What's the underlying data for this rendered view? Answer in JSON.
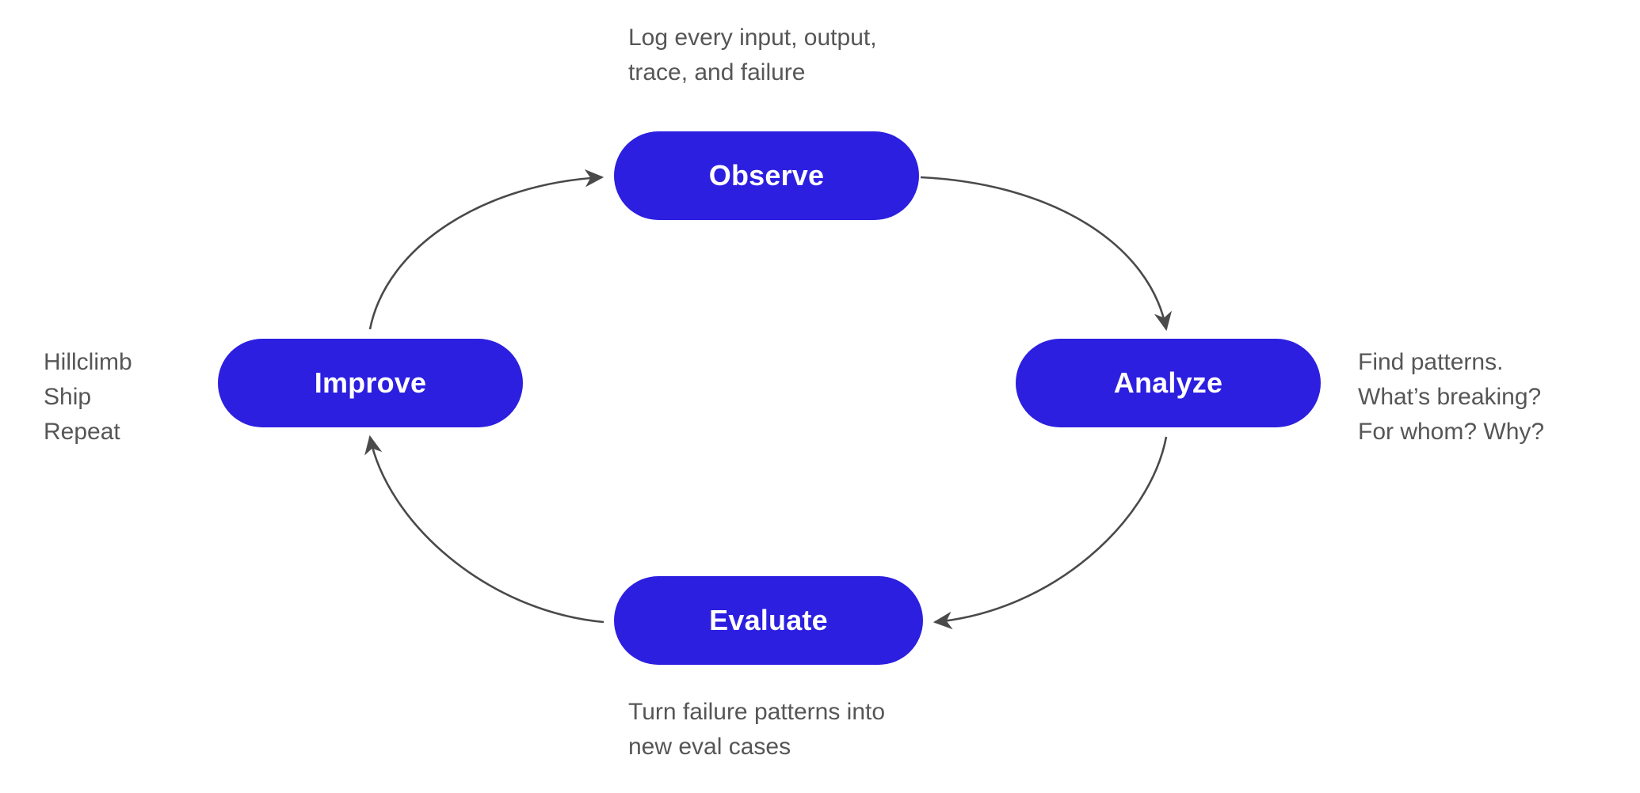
{
  "diagram": {
    "title": "Observe Analyze Evaluate Improve loop",
    "colors": {
      "node_fill": "#2c1fe0",
      "node_text": "#ffffff",
      "note_text": "#565656",
      "edge_stroke": "#4a4a4a",
      "background": "#ffffff"
    },
    "nodes": [
      {
        "id": "observe",
        "label": "Observe"
      },
      {
        "id": "analyze",
        "label": "Analyze"
      },
      {
        "id": "evaluate",
        "label": "Evaluate"
      },
      {
        "id": "improve",
        "label": "Improve"
      }
    ],
    "notes": [
      {
        "id": "observe",
        "text": "Log every input, output,\ntrace, and failure"
      },
      {
        "id": "analyze",
        "text": "Find patterns.\nWhat’s breaking?\nFor whom? Why?"
      },
      {
        "id": "evaluate",
        "text": "Turn failure patterns into\nnew eval cases"
      },
      {
        "id": "improve",
        "text": "Hillclimb\nShip\nRepeat"
      }
    ],
    "edges": [
      {
        "from": "observe",
        "to": "analyze"
      },
      {
        "from": "analyze",
        "to": "evaluate"
      },
      {
        "from": "evaluate",
        "to": "improve"
      },
      {
        "from": "improve",
        "to": "observe"
      }
    ]
  }
}
